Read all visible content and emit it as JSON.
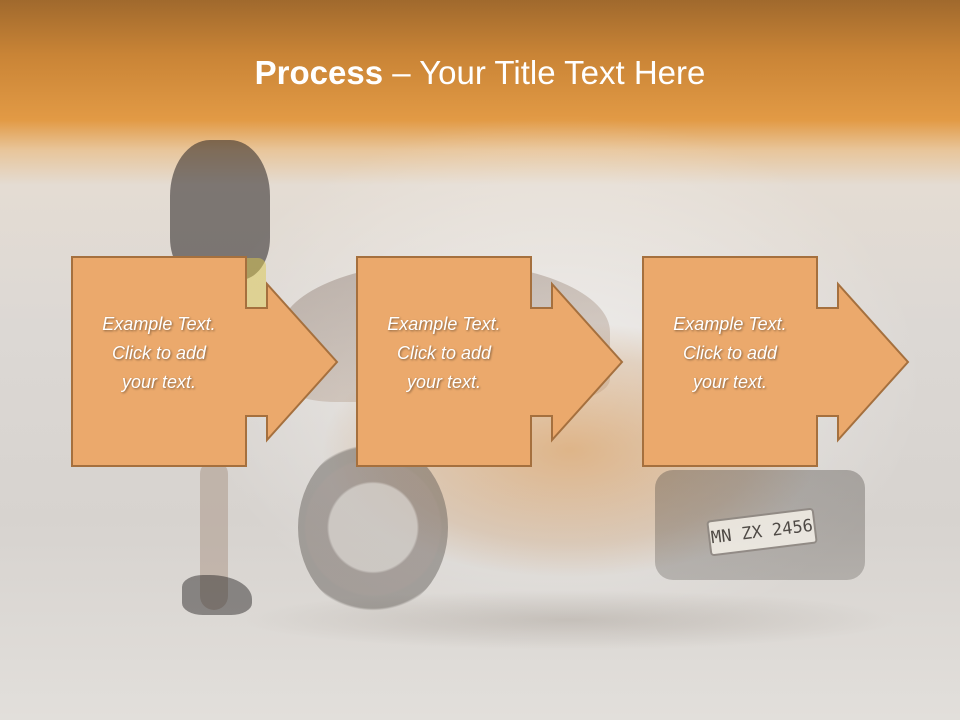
{
  "slide": {
    "title_bold": "Process",
    "title_rest": " – Your Title Text Here",
    "accent_color": "#e29a45",
    "box_fill": "#eba96c",
    "box_border": "#a5703e"
  },
  "background": {
    "license_plate": "MN ZX 2456"
  },
  "steps": [
    {
      "line1": "Example Text.",
      "line2": "Click  to add",
      "line3": "your text."
    },
    {
      "line1": "Example Text.",
      "line2": "Click  to add",
      "line3": "your text."
    },
    {
      "line1": "Example Text.",
      "line2": "Click  to add",
      "line3": "your text."
    }
  ]
}
